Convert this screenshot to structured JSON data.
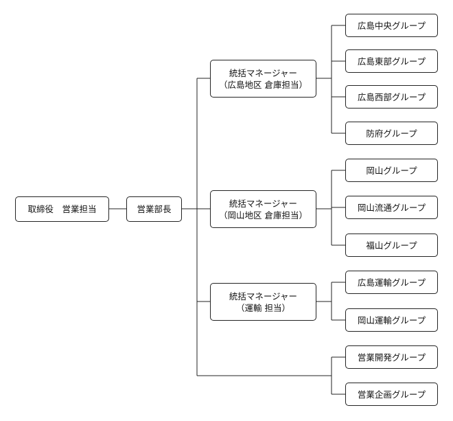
{
  "org": {
    "president": "取締役　営業担当",
    "director": "営業部長",
    "managers": [
      {
        "line1": "統括マネージャー",
        "line2": "（広島地区 倉庫担当）"
      },
      {
        "line1": "統括マネージャー",
        "line2": "（岡山地区 倉庫担当）"
      },
      {
        "line1": "統括マネージャー",
        "line2": "（運輸 担当）"
      }
    ],
    "groups": [
      "広島中央グループ",
      "広島東部グループ",
      "広島西部グループ",
      "防府グループ",
      "岡山グループ",
      "岡山流通グループ",
      "福山グループ",
      "広島運輸グループ",
      "岡山運輸グループ",
      "営業開発グループ",
      "営業企画グループ"
    ]
  },
  "colors": {
    "line": "#222222",
    "box_border": "#222222",
    "background": "#ffffff"
  }
}
